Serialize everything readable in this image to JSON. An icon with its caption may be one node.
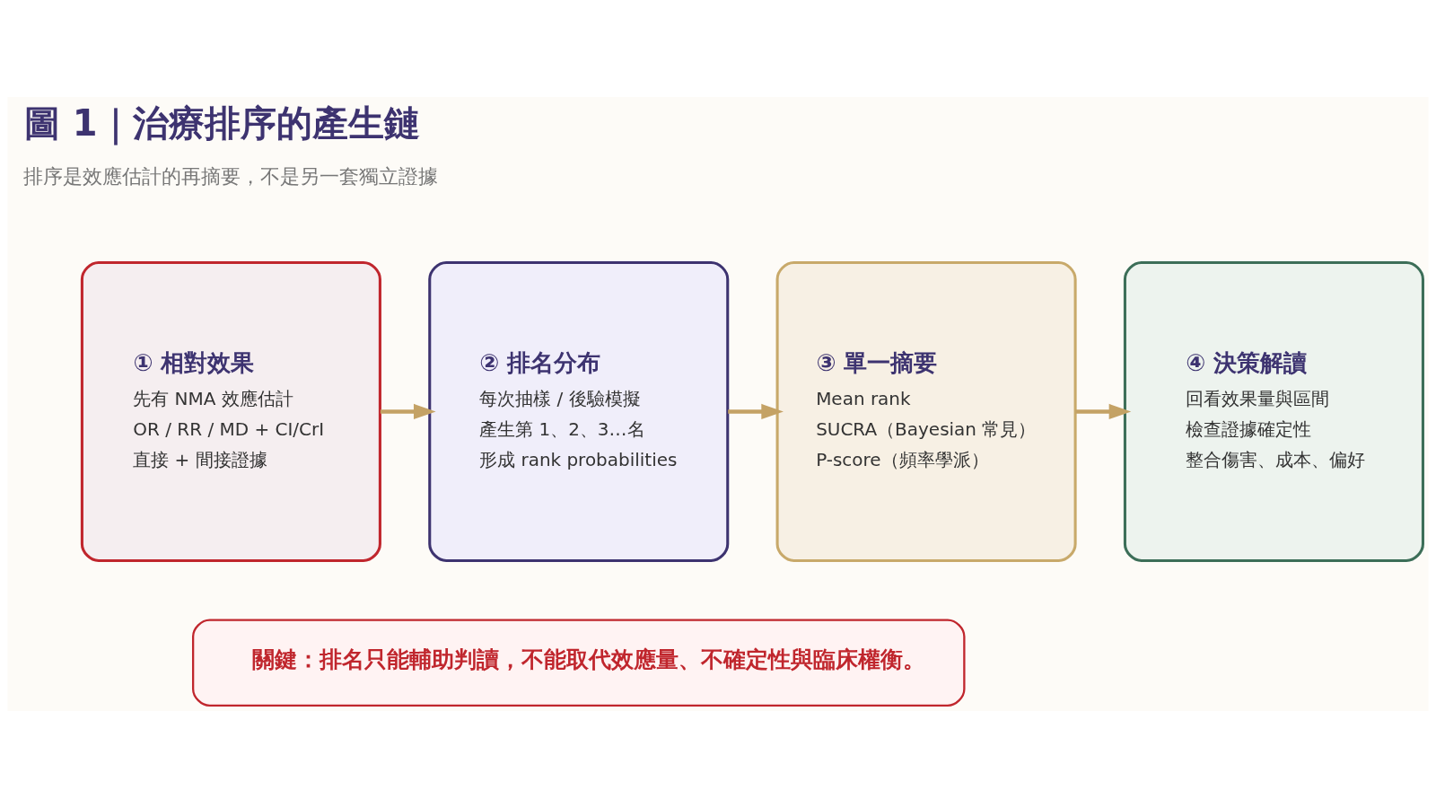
{
  "diagram": {
    "title": "圖 1｜治療排序的產生鏈",
    "nodes": [
      {
        "text": [
          "① 相對效果",
          "先有 NMA 效應估計",
          "OR / RR / MD + CI/CrI",
          "直接 + 間接證據"
        ]
      },
      {
        "text": [
          "② 排名分布",
          "每次抽樣 / 後驗模擬",
          "產生第 1、2、3…名",
          "形成 rank probabilities"
        ]
      },
      {
        "text": [
          "③ 單一摘要",
          "Mean rank",
          "SUCRA（Bayesian 常見）",
          "P-score（頻率學派）"
        ]
      },
      {
        "text": [
          "④ 決策解讀",
          "回看效果量與區間",
          "檢查證據確定性",
          "整合傷害、成本、偏好"
        ]
      },
      {
        "text": [
          "關鍵：排名只能輔助判讀，不能取代效應量、不確定性與臨床權衡。"
        ]
      }
    ],
    "edges": [
      {
        "from": 0,
        "to": 1,
        "arrow": "to"
      },
      {
        "from": 1,
        "to": 2,
        "arrow": "to"
      },
      {
        "from": 2,
        "to": 3,
        "arrow": "to"
      }
    ],
    "labels": [
      "排序是效應估計的再摘要，不是另一套獨立證據"
    ]
  }
}
